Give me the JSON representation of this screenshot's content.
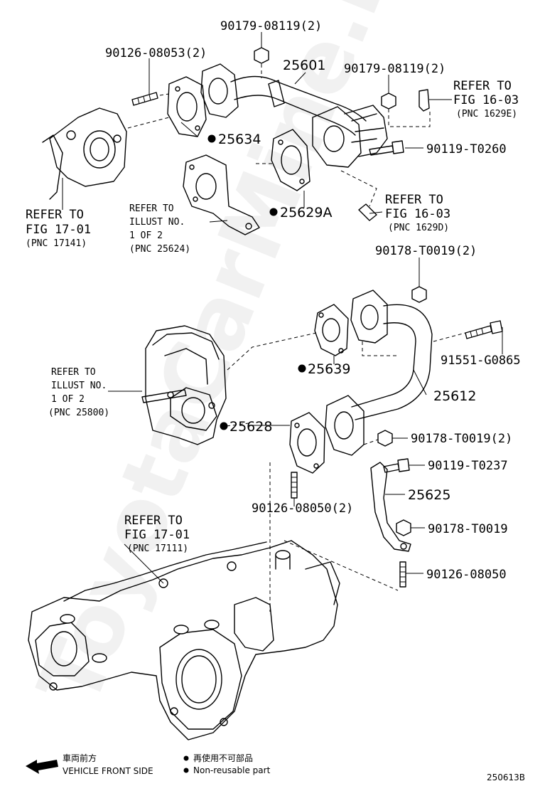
{
  "watermark": "ToyotaCarMine.ru",
  "labels": {
    "l01": "90179-08119(2)",
    "l02": "90126-08053(2)",
    "l03": "25601",
    "l04": "90179-08119(2)",
    "l05a": "REFER TO",
    "l05b": "FIG 16-03",
    "l05c": "(PNC 1629E)",
    "l06": "25634",
    "l07": "90119-T0260",
    "l08a": "REFER TO",
    "l08b": "FIG 17-01",
    "l08c": "(PNC 17141)",
    "l09a": "REFER TO",
    "l09b": "ILLUST NO.",
    "l09c": "1 OF 2",
    "l09d": "(PNC 25624)",
    "l10": "25629A",
    "l11a": "REFER TO",
    "l11b": "FIG 16-03",
    "l11c": "(PNC 1629D)",
    "l12": "90178-T0019(2)",
    "l13": "91551-G0865",
    "l14": "25639",
    "l15a": "REFER TO",
    "l15b": "ILLUST NO.",
    "l15c": "1 OF 2",
    "l15d": "(PNC 25800)",
    "l16": "25612",
    "l17": "25628",
    "l18": "90178-T0019(2)",
    "l19": "90119-T0237",
    "l20": "25625",
    "l21": "90126-08050(2)",
    "l22a": "REFER TO",
    "l22b": "FIG 17-01",
    "l22c": "(PNC 17111)",
    "l23": "90178-T0019",
    "l24": "90126-08050"
  },
  "legend": {
    "front_jp": "車両前方",
    "front_en": "VEHICLE FRONT SIDE",
    "nonreuse_jp": "再使用不可部品",
    "nonreuse_en": "Non-reusable part"
  },
  "figure_id": "250613B",
  "icons": [
    "arrow-left-icon",
    "filled-dot-icon"
  ]
}
